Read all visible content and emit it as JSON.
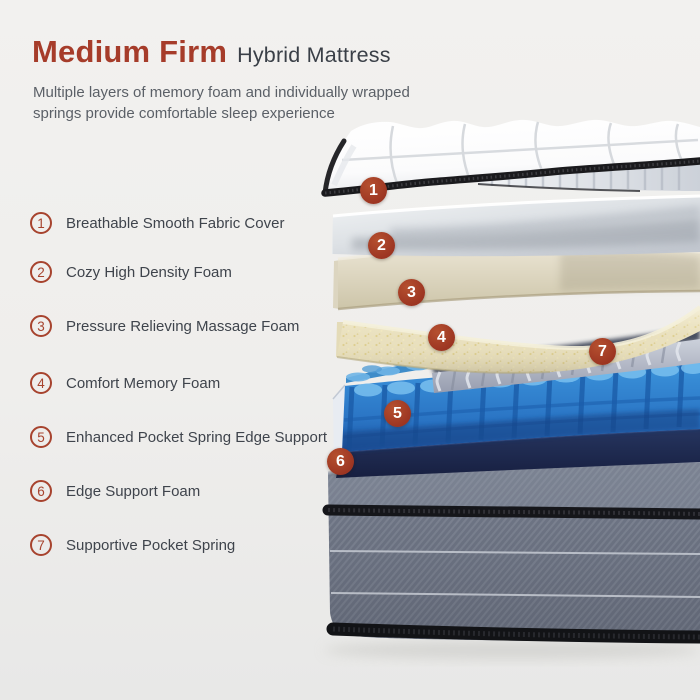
{
  "header": {
    "title_emphasis": "Medium Firm",
    "title_rest": "Hybrid Mattress",
    "subtitle_lines": [
      "Multiple layers of memory foam and individually wrapped",
      "springs provide comfortable sleep experience"
    ]
  },
  "legend": {
    "items": [
      {
        "number": "1",
        "label": "Breathable Smooth Fabric Cover"
      },
      {
        "number": "2",
        "label": "Cozy High Density Foam"
      },
      {
        "number": "3",
        "label": "Pressure Relieving Massage Foam"
      },
      {
        "number": "4",
        "label": "Comfort Memory Foam"
      },
      {
        "number": "5",
        "label": "Enhanced Pocket Spring Edge Support"
      },
      {
        "number": "6",
        "label": "Edge Support Foam"
      },
      {
        "number": "7",
        "label": "Supportive Pocket Spring"
      }
    ]
  },
  "diagram": {
    "badges": [
      {
        "number": "1"
      },
      {
        "number": "2"
      },
      {
        "number": "3"
      },
      {
        "number": "4"
      },
      {
        "number": "5"
      },
      {
        "number": "6"
      },
      {
        "number": "7"
      }
    ]
  },
  "colors": {
    "accent_red": "#a63c2a",
    "badge_red": "#9c3522",
    "legend_ring_red": "#a7432e",
    "heading_dark": "#3a3f47",
    "subtitle_gray": "#5b6067",
    "legend_text": "#3f444c",
    "background": "#f0efee",
    "spring_blue": "#2f86d0",
    "edge_foam_navy": "#1d2a50",
    "base_fabric_gray": "#737a8a",
    "memory_foam_cream": "#e9e0be",
    "massage_foam_beige": "#d8d1b9"
  }
}
